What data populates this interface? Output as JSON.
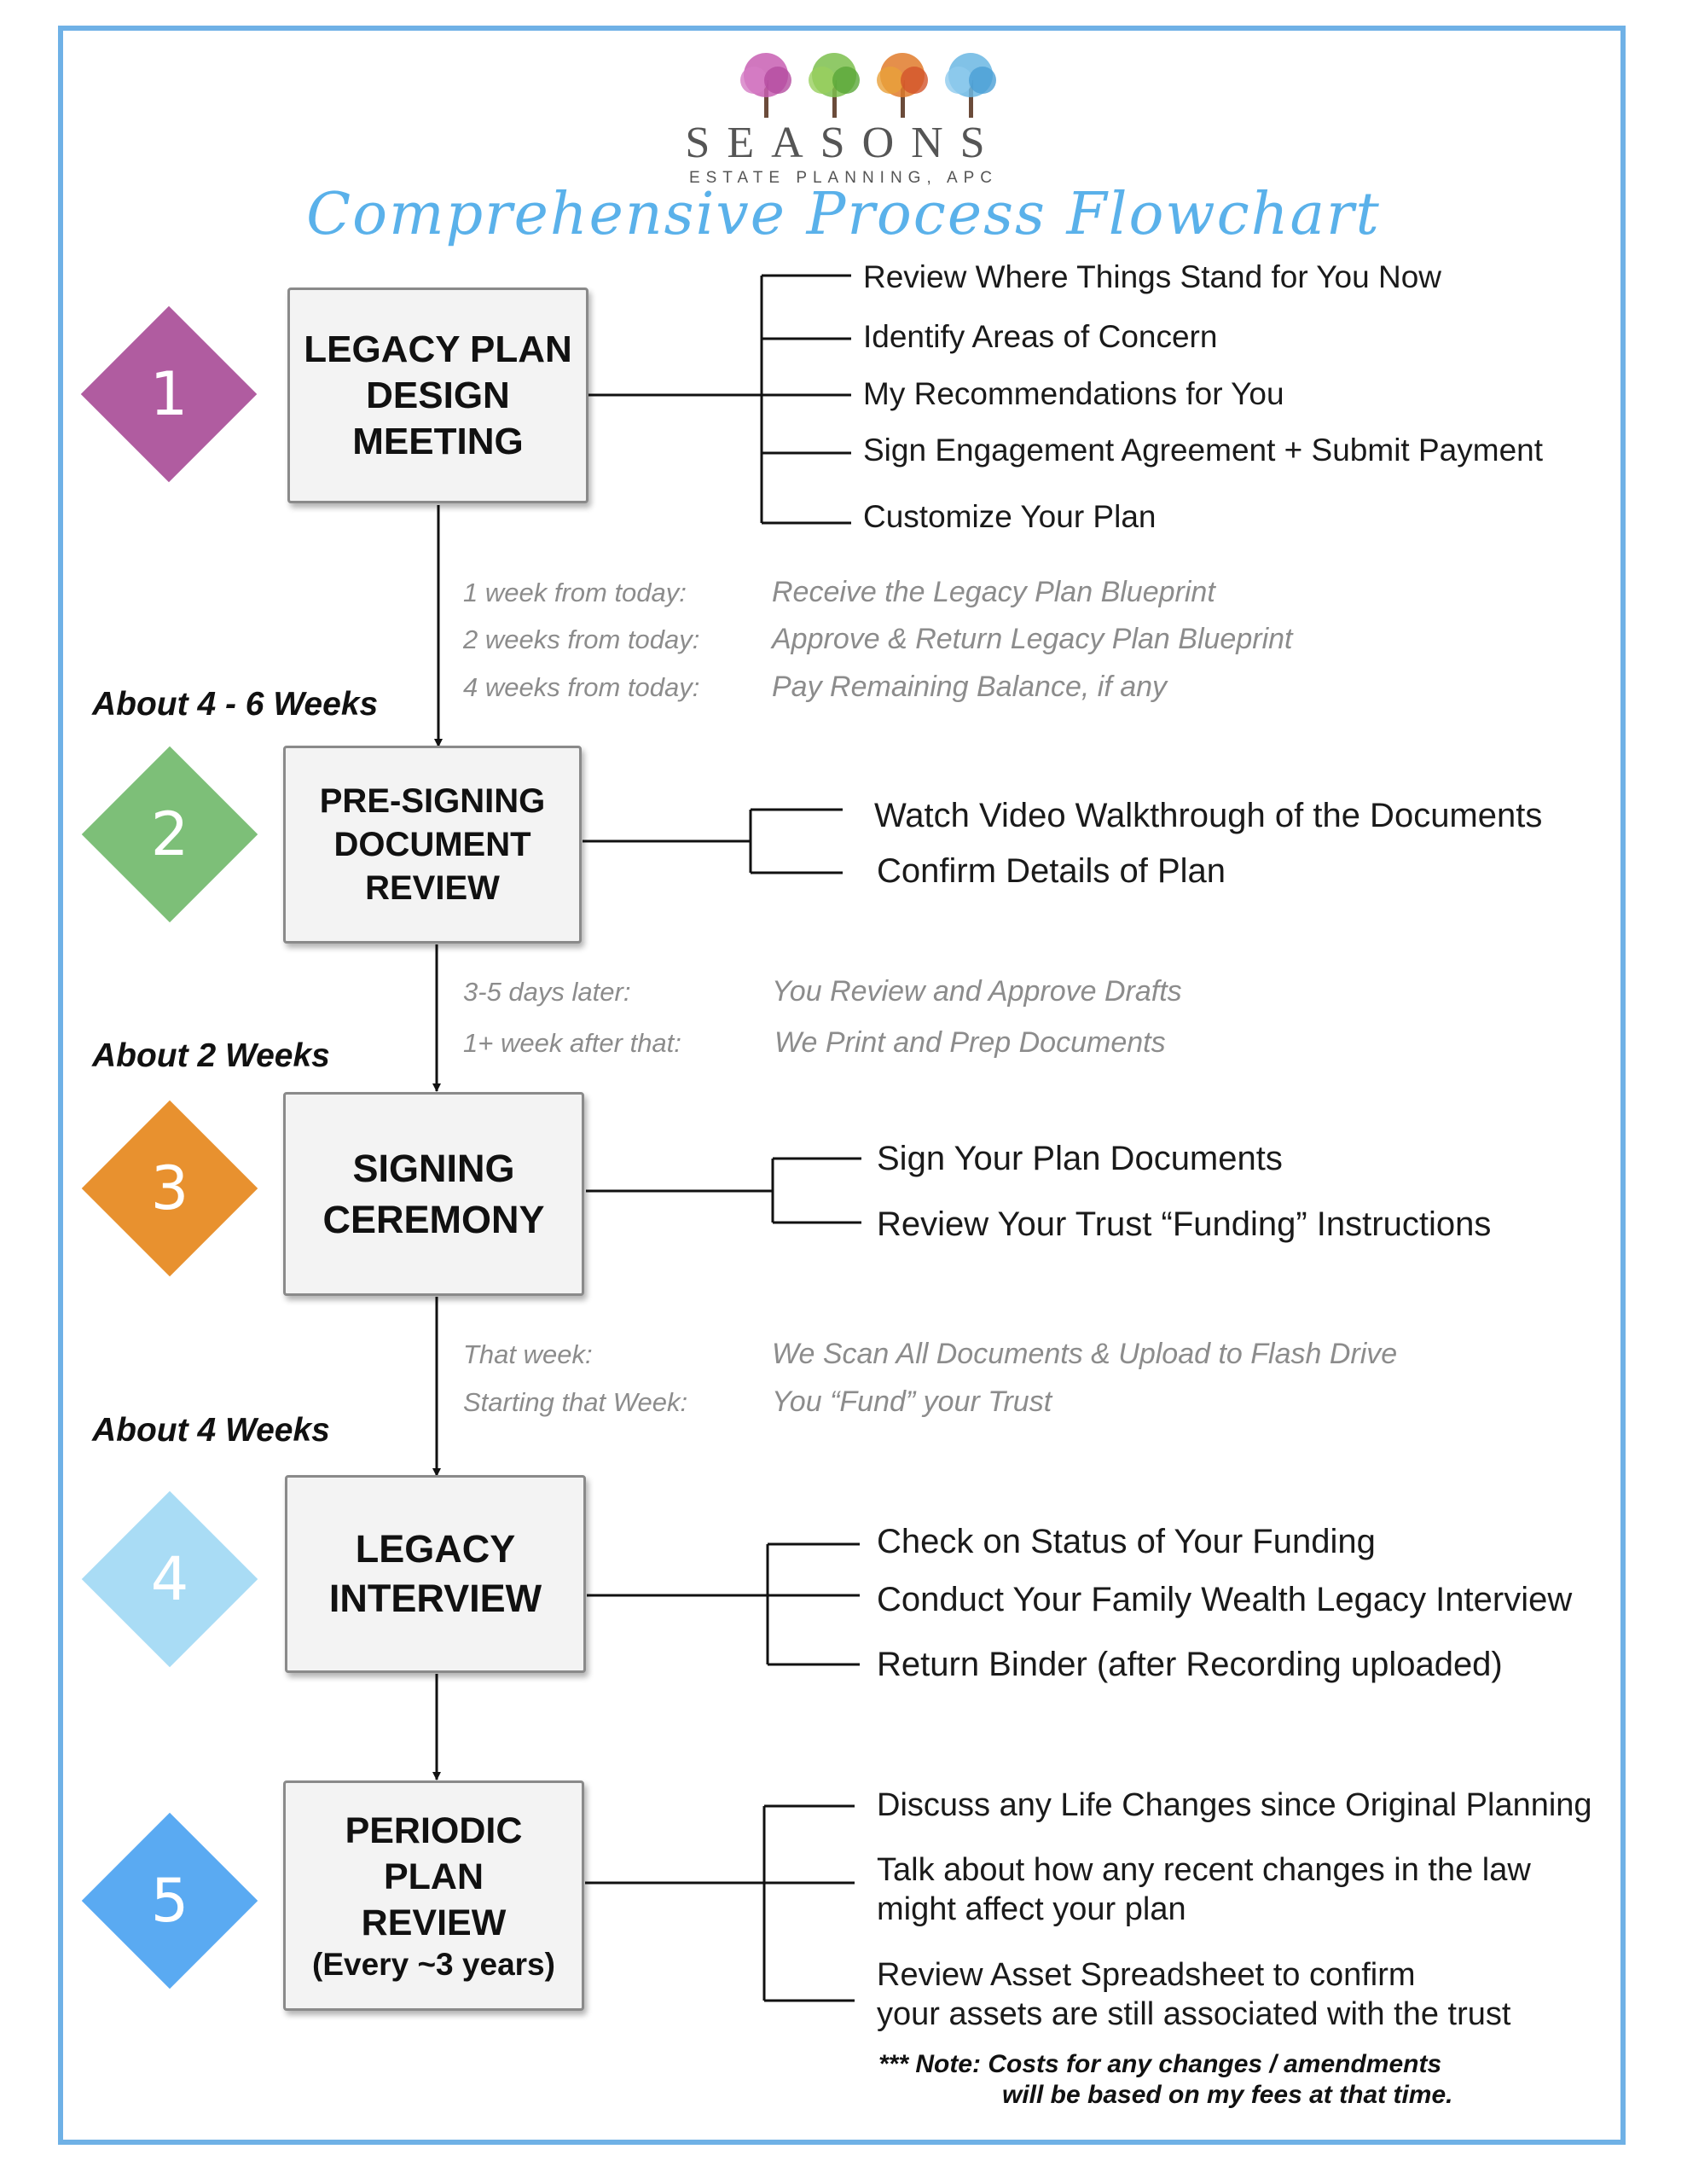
{
  "brand": {
    "name": "SEASONS",
    "subtitle": "ESTATE PLANNING, APC",
    "logo_colors": [
      "#c85fb3",
      "#7cc04e",
      "#e07b2c",
      "#6bb7e3"
    ]
  },
  "title": "Comprehensive Process Flowchart",
  "colors": {
    "frame": "#6fb1e6",
    "title": "#5ab1ea",
    "step1": "#b05ca0",
    "step2": "#7dbf78",
    "step3": "#e8912f",
    "step4": "#a9dcf5",
    "step5": "#5aaaf2"
  },
  "steps": [
    {
      "number": "1",
      "lines": [
        "LEGACY PLAN",
        "DESIGN",
        "MEETING"
      ],
      "tasks": [
        "Review Where Things Stand for You Now",
        "Identify Areas of Concern",
        "My Recommendations for You",
        "Sign Engagement Agreement + Submit Payment",
        "Customize Your Plan"
      ]
    },
    {
      "number": "2",
      "lines": [
        "PRE-SIGNING",
        "DOCUMENT",
        "REVIEW"
      ],
      "tasks": [
        "Watch Video Walkthrough of the Documents",
        "Confirm Details of Plan"
      ]
    },
    {
      "number": "3",
      "lines": [
        "SIGNING",
        "CEREMONY"
      ],
      "tasks": [
        "Sign Your Plan Documents",
        "Review Your Trust “Funding” Instructions"
      ]
    },
    {
      "number": "4",
      "lines": [
        "LEGACY",
        "INTERVIEW"
      ],
      "tasks": [
        "Check on Status of Your Funding",
        "Conduct Your Family Wealth Legacy Interview",
        "Return Binder (after Recording uploaded)"
      ]
    },
    {
      "number": "5",
      "lines": [
        "PERIODIC",
        "PLAN",
        "REVIEW",
        "(Every ~3 years)"
      ],
      "tasks": [
        [
          "Discuss any Life Changes since Original Planning"
        ],
        [
          "Talk about how any recent changes in the law",
          "might affect your plan"
        ],
        [
          "Review Asset Spreadsheet to confirm",
          "your assets are still associated with the trust"
        ]
      ]
    }
  ],
  "transitions": [
    {
      "duration": "About 4 - 6 Weeks",
      "items": [
        {
          "when": "1 week from today:",
          "what": "Receive the Legacy Plan Blueprint"
        },
        {
          "when": "2 weeks from today:",
          "what": "Approve & Return Legacy Plan Blueprint"
        },
        {
          "when": "4 weeks from today:",
          "what": "Pay Remaining Balance, if any"
        }
      ]
    },
    {
      "duration": "About 2 Weeks",
      "items": [
        {
          "when": "3-5 days later:",
          "what": "You Review and Approve Drafts"
        },
        {
          "when": "1+ week after that:",
          "what": "We Print and Prep Documents"
        }
      ]
    },
    {
      "duration": "About 4 Weeks",
      "items": [
        {
          "when": "That week:",
          "what": "We Scan All Documents & Upload to Flash Drive"
        },
        {
          "when": "Starting that Week:",
          "what": "You “Fund” your Trust"
        }
      ]
    }
  ],
  "note": {
    "line1": "***  Note: Costs for any changes / amendments",
    "line2": "will be based on my fees at that time."
  }
}
